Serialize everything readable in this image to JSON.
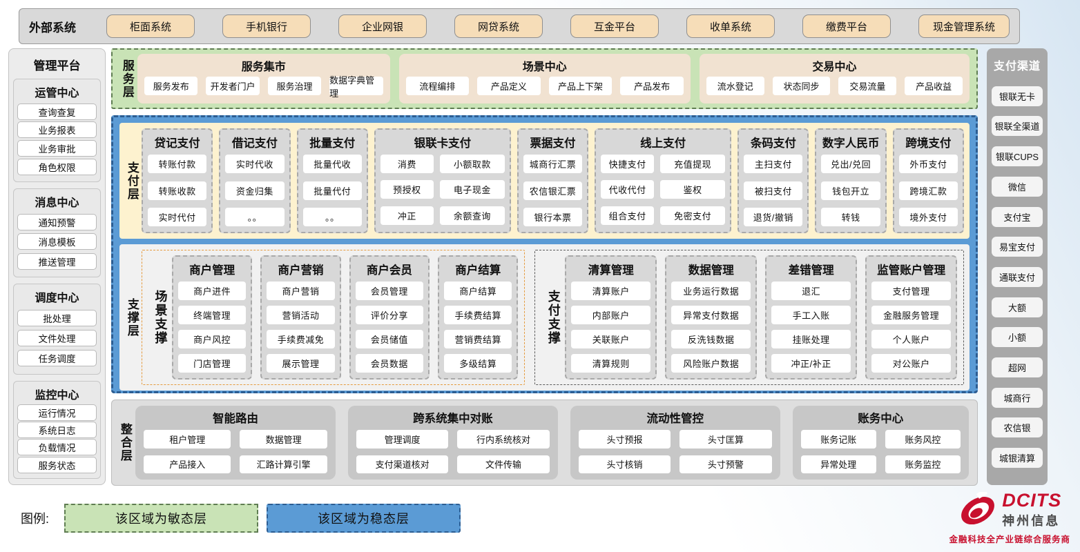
{
  "external_systems": {
    "title": "外部系统",
    "items": [
      "柜面系统",
      "手机银行",
      "企业网银",
      "网贷系统",
      "互金平台",
      "收单系统",
      "缴费平台",
      "现金管理系统"
    ]
  },
  "management_platform": {
    "title": "管理平台",
    "groups": [
      {
        "title": "运管中心",
        "items": [
          "查询查复",
          "业务报表",
          "业务审批",
          "角色权限"
        ]
      },
      {
        "title": "消息中心",
        "items": [
          "通知预警",
          "消息模板",
          "推送管理"
        ]
      },
      {
        "title": "调度中心",
        "items": [
          "批处理",
          "文件处理",
          "任务调度"
        ]
      },
      {
        "title": "监控中心",
        "items": [
          "运行情况",
          "系统日志",
          "负载情况",
          "服务状态"
        ]
      }
    ]
  },
  "service_layer": {
    "label": "服务层",
    "groups": [
      {
        "title": "服务集市",
        "items": [
          "服务发布",
          "开发者门户",
          "服务治理",
          "数据字典管理"
        ]
      },
      {
        "title": "场景中心",
        "items": [
          "流程编排",
          "产品定义",
          "产品上下架",
          "产品发布"
        ]
      },
      {
        "title": "交易中心",
        "items": [
          "流水登记",
          "状态同步",
          "交易流量",
          "产品收益"
        ]
      }
    ]
  },
  "payment_layer": {
    "label": "支付层",
    "columns": [
      {
        "title": "贷记支付",
        "items": [
          "转账付款",
          "转账收款",
          "实时代付"
        ]
      },
      {
        "title": "借记支付",
        "items": [
          "实时代收",
          "资金归集",
          "。。"
        ]
      },
      {
        "title": "批量支付",
        "items": [
          "批量代收",
          "批量代付",
          "。。"
        ]
      },
      {
        "title": "银联卡支付",
        "items": [
          "消费",
          "小额取款",
          "预授权",
          "电子现金",
          "冲正",
          "余额查询"
        ]
      },
      {
        "title": "票据支付",
        "items": [
          "城商行汇票",
          "农信银汇票",
          "银行本票"
        ]
      },
      {
        "title": "线上支付",
        "items": [
          "快捷支付",
          "充值提现",
          "代收代付",
          "鉴权",
          "组合支付",
          "免密支付"
        ]
      },
      {
        "title": "条码支付",
        "items": [
          "主扫支付",
          "被扫支付",
          "退货/撤销"
        ]
      },
      {
        "title": "数字人民币",
        "items": [
          "兑出/兑回",
          "钱包开立",
          "转钱"
        ]
      },
      {
        "title": "跨境支付",
        "items": [
          "外币支付",
          "跨境汇款",
          "境外支付"
        ]
      }
    ]
  },
  "support_layer": {
    "label": "支撑层",
    "sections": [
      {
        "label": "场景支撑",
        "columns": [
          {
            "title": "商户管理",
            "items": [
              "商户进件",
              "终端管理",
              "商户风控",
              "门店管理"
            ]
          },
          {
            "title": "商户营销",
            "items": [
              "商户营销",
              "营销活动",
              "手续费减免",
              "展示管理"
            ]
          },
          {
            "title": "商户会员",
            "items": [
              "会员管理",
              "评价分享",
              "会员储值",
              "会员数据"
            ]
          },
          {
            "title": "商户结算",
            "items": [
              "商户结算",
              "手续费结算",
              "营销费结算",
              "多级结算"
            ]
          }
        ]
      },
      {
        "label": "支付支撑",
        "columns": [
          {
            "title": "清算管理",
            "items": [
              "清算账户",
              "内部账户",
              "关联账户",
              "清算规则"
            ]
          },
          {
            "title": "数据管理",
            "items": [
              "业务运行数据",
              "异常支付数据",
              "反洗钱数据",
              "风险账户数据"
            ]
          },
          {
            "title": "差错管理",
            "items": [
              "退汇",
              "手工入账",
              "挂账处理",
              "冲正/补正"
            ]
          },
          {
            "title": "监管账户管理",
            "items": [
              "支付管理",
              "金融服务管理",
              "个人账户",
              "对公账户"
            ]
          }
        ]
      }
    ]
  },
  "integration_layer": {
    "label": "整合层",
    "groups": [
      {
        "title": "智能路由",
        "items": [
          "租户管理",
          "数据管理",
          "产品接入",
          "汇路计算引擎"
        ]
      },
      {
        "title": "跨系统集中对账",
        "items": [
          "管理调度",
          "行内系统核对",
          "支付渠道核对",
          "文件传输"
        ]
      },
      {
        "title": "流动性管控",
        "items": [
          "头寸预报",
          "头寸匡算",
          "头寸核销",
          "头寸预警"
        ]
      },
      {
        "title": "账务中心",
        "items": [
          "账务记账",
          "账务风控",
          "异常处理",
          "账务监控"
        ]
      }
    ]
  },
  "payment_channels": {
    "title": "支付渠道",
    "items": [
      "银联无卡",
      "银联全渠道",
      "银联CUPS",
      "微信",
      "支付宝",
      "易宝支付",
      "通联支付",
      "大额",
      "小额",
      "超网",
      "城商行",
      "农信银",
      "城银清算"
    ]
  },
  "legend": {
    "label": "图例:",
    "items": [
      {
        "text": "该区域为敏态层",
        "color": "#c9e3b6"
      },
      {
        "text": "该区域为稳态层",
        "color": "#5b9bd5"
      }
    ]
  },
  "logo": {
    "brand": "DCITS",
    "company": "神州信息",
    "tagline": "金融科技全产业链综合服务商"
  },
  "colors": {
    "stable_blue": "#5b9bd5",
    "agile_green": "#c9e3b6",
    "payment_cream": "#fdf2cf",
    "external_tan": "#f6ddb8",
    "panel_gray": "#d8d8d8",
    "brand_red": "#c8102e"
  }
}
